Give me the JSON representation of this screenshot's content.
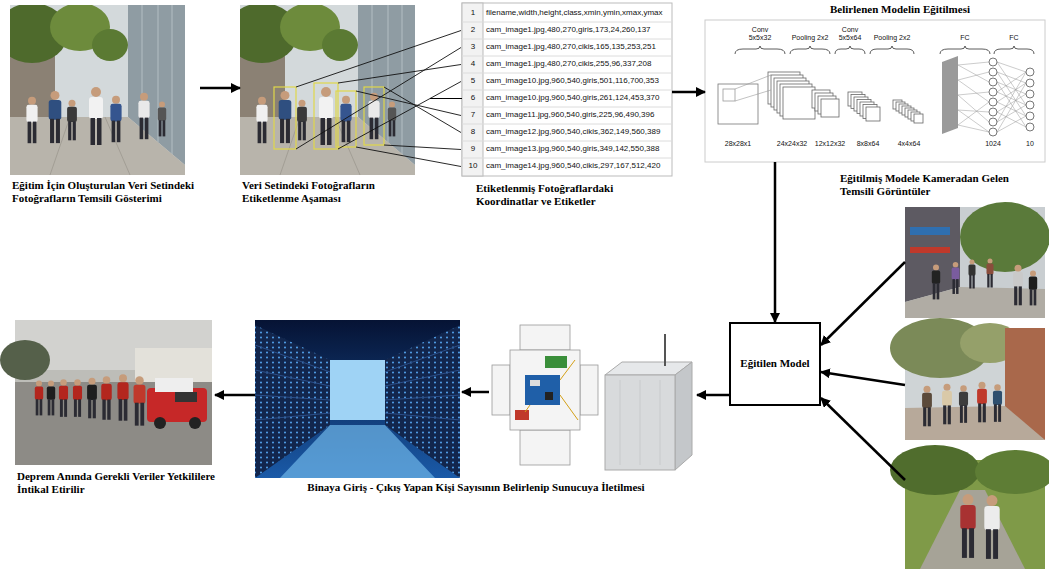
{
  "diagram": {
    "nodes": [
      {
        "text": [
          "Eğitim İçin Oluşturulan Veri Setindeki Fotoğrafların Temsili Gösterimi"
        ]
      },
      {
        "text": [
          "Veri Setindeki Fotoğrafların Etiketlenme Aşaması"
        ]
      },
      {
        "text": [
          "Etiketlenmiş Fotoğraflardaki Koordinatlar ve Etiketler"
        ]
      },
      {
        "text": [
          "Belirlenen Modelin Eğitilmesi"
        ]
      },
      {
        "text": [
          "Eğitilmiş Modele Kameradan Gelen Temsili Görüntüler"
        ]
      },
      {
        "text": [
          "Eğitilen Model"
        ]
      },
      {
        "text": [
          "Binaya Giriş - Çıkış Yapan Kişi Sayısının Belirlenip Sunucuya İletilmesi"
        ]
      },
      {
        "text": [
          "Deprem Anında Gerekli Veriler Yetkililere İntikal Etirilir"
        ]
      }
    ],
    "edges": [
      {
        "from": 0,
        "to": 1,
        "arrow": "to"
      },
      {
        "from": 1,
        "to": 2,
        "arrow": "none"
      },
      {
        "from": 2,
        "to": 3,
        "arrow": "to"
      },
      {
        "from": 3,
        "to": 5,
        "arrow": "to"
      },
      {
        "from": 4,
        "to": 5,
        "arrow": "to"
      },
      {
        "from": 4,
        "to": 5,
        "arrow": "to"
      },
      {
        "from": 4,
        "to": 5,
        "arrow": "to"
      },
      {
        "from": 5,
        "to": 6,
        "arrow": "to"
      },
      {
        "from": 6,
        "to": 7,
        "arrow": "to"
      }
    ],
    "labels": [
      "1",
      "2",
      "3",
      "4",
      "5",
      "6",
      "7",
      "8",
      "9",
      "10",
      "filename,width,height,class,xmin,ymin,xmax,ymax",
      "cam_image1.jpg,480,270,giris,173,24,260,137",
      "cam_image1.jpg,480,270,cikis,165,135,253,251",
      "cam_image1.jpg,480,270,cikis,255,96,337,208",
      "cam_image10.jpg,960,540,giris,501,116,700,353",
      "cam_image10.jpg,960,540,giris,261,124,453,370",
      "cam_image11.jpg,960,540,giris,225,96,490,396",
      "cam_image12.jpg,960,540,cikis,362,149,560,389",
      "cam_image13.jpg,960,540,giris,349,142,550,388",
      "cam_image14.jpg,960,540,cikis,297,167,512,420",
      "Conv 5x5x32",
      "Pooling 2x2",
      "Conv 5x5x64",
      "Pooling 2x2",
      "FC",
      "FC",
      "28x28x1",
      "24x24x32",
      "12x12x32",
      "8x8x64",
      "4x4x64",
      "1024",
      "10"
    ]
  }
}
